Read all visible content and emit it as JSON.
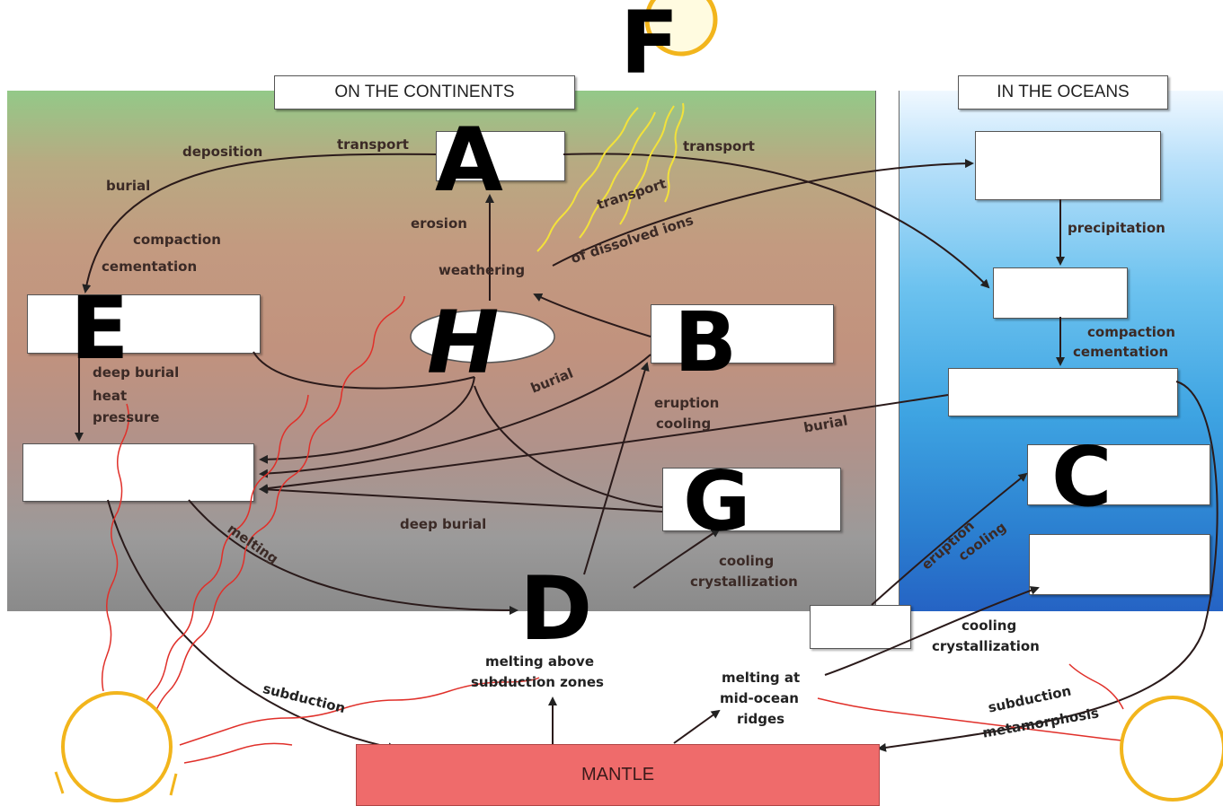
{
  "headers": {
    "continents": "ON THE CONTINENTS",
    "oceans": "IN THE OCEANS"
  },
  "big_letters": {
    "A": "A",
    "B": "B",
    "C": "C",
    "D": "D",
    "E": "E",
    "F": "F",
    "G": "G",
    "H": "H"
  },
  "labels": {
    "deposition": "deposition",
    "transport_left": "transport",
    "transport_right": "transport",
    "burial_top": "burial",
    "compaction": "compaction",
    "cementation": "cementation",
    "erosion": "erosion",
    "weathering": "weathering",
    "dissolved_1": "transport",
    "dissolved_2": "of dissolved ions",
    "precipitation": "precipitation",
    "ocean_compaction": "compaction",
    "ocean_cementation": "cementation",
    "deep_burial": "deep burial",
    "heat": "heat",
    "pressure": "pressure",
    "burial_mid": "burial",
    "eruption": "eruption",
    "cooling": "cooling",
    "burial_ocean": "burial",
    "deep_burial_bottom": "deep burial",
    "melting": "melting",
    "cooling_cryst_1": "cooling",
    "cooling_cryst_2": "crystallization",
    "ocean_eruption": "eruption",
    "ocean_cooling": "cooling",
    "ocean_cryst_1": "cooling",
    "ocean_cryst_2": "crystallization",
    "melt_subduct_1": "melting above",
    "melt_subduct_2": "subduction zones",
    "melt_ridge_1": "melting at",
    "melt_ridge_2": "mid-ocean",
    "melt_ridge_3": "ridges",
    "subduction_left": "subduction",
    "subduction_right": "subduction",
    "metamorphosis": "metamorphosis"
  },
  "mantle": "MANTLE",
  "colors": {
    "continent_top": "#93c988",
    "continent_bottom": "#8a8a8a",
    "ocean_top": "#f0f8ff",
    "ocean_bottom": "#2563c4",
    "mantle": "#ef6b6b",
    "sun": "#f2b51c",
    "heat_line": "#e0302a",
    "ray": "#f3e23a"
  }
}
